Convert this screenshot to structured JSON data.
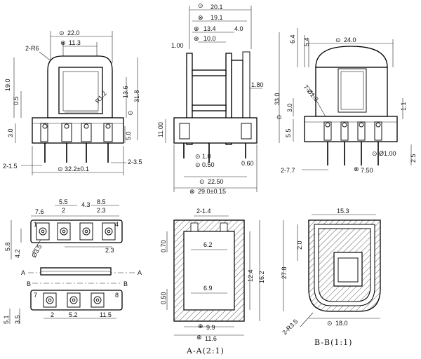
{
  "view_front": {
    "d_top": "22.0",
    "d_inner": "11.3",
    "radius": "2-R6",
    "h_total": "19.0",
    "h_small": "0.5",
    "h_mid": "13.6",
    "h_right": "31.8",
    "r_small": "R1.2",
    "h_pin_l": "3.0",
    "h_pin_r": "5.0",
    "pin_l": "2-1.5",
    "width_base": "32.2±0.1",
    "pin_r": "2-3.5"
  },
  "view_side": {
    "d1": "20.1",
    "d2": "19.1",
    "d3": "13.4",
    "d4": "4.0",
    "d5": "1.00",
    "d6": "10.0",
    "d7": "1.80",
    "h1": "11.00",
    "b1": "1.0",
    "b2": "0.50",
    "b3": "0.60",
    "b4": "22.50",
    "b5": "29.0±0.15"
  },
  "view_right": {
    "d_top": "24.0",
    "h1": "6.4",
    "h2": "5.4",
    "h_total": "33.0",
    "slot": "7-Ø1.3",
    "h3": "3.0",
    "h4": "5.5",
    "h5": "1.1",
    "pin_d": "Ø1.00",
    "pin_h": "2.5",
    "pin_l": "2-7.7",
    "pin_p": "7.50"
  },
  "view_bottom": {
    "t1": "5.5",
    "t2": "8.5",
    "t3": "7.6",
    "t4": "2",
    "t5": "4.3",
    "t6": "2.3",
    "h1": "5.8",
    "h2": "4.2",
    "hole": "Ø3.5",
    "d_mid": "2.3",
    "sec_a": "A",
    "sec_b": "B",
    "p1": "1",
    "p4": "4",
    "p7": "7",
    "p8": "8",
    "h3": "5.1",
    "h4": "3.5",
    "b1": "2",
    "b2": "5.2",
    "b3": "11.5"
  },
  "section_aa": {
    "top": "2-1.4",
    "w1": "6.2",
    "h_top": "0.70",
    "h1": "12.4",
    "h2": "16.2",
    "w2": "6.9",
    "h_bot": "0.50",
    "w3": "9.9",
    "w4": "11.6",
    "caption": "A-A(2:1)"
  },
  "section_bb": {
    "w_top": "15.3",
    "h1": "2.0",
    "h2": "27.8",
    "w_bot": "18.0",
    "radius": "2-R3.5",
    "caption": "B-B(1:1)"
  }
}
